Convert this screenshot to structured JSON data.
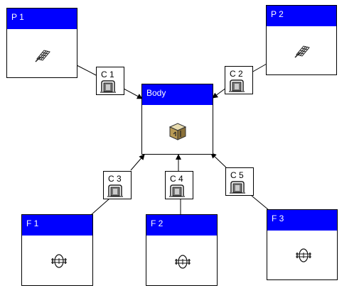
{
  "nodes": {
    "p1": {
      "label": "P 1",
      "icon": "mesh-part-icon"
    },
    "p2": {
      "label": "P 2",
      "icon": "mesh-part-icon"
    },
    "body": {
      "label": "Body",
      "icon": "body-cube-icon"
    },
    "f1": {
      "label": "F 1",
      "icon": "flange-icon"
    },
    "f2": {
      "label": "F 2",
      "icon": "flange-icon"
    },
    "f3": {
      "label": "F 3",
      "icon": "flange-icon"
    }
  },
  "connectors": {
    "c1": {
      "label": "C 1",
      "icon": "clamp-connector-icon"
    },
    "c2": {
      "label": "C 2",
      "icon": "clamp-connector-icon"
    },
    "c3": {
      "label": "C 3",
      "icon": "clamp-connector-icon"
    },
    "c4": {
      "label": "C 4",
      "icon": "clamp-connector-icon"
    },
    "c5": {
      "label": "C 5",
      "icon": "clamp-connector-icon"
    }
  },
  "colors": {
    "title_bar": "#0000ff",
    "title_text": "#ffffff",
    "border": "#000000",
    "background": "#ffffff"
  }
}
